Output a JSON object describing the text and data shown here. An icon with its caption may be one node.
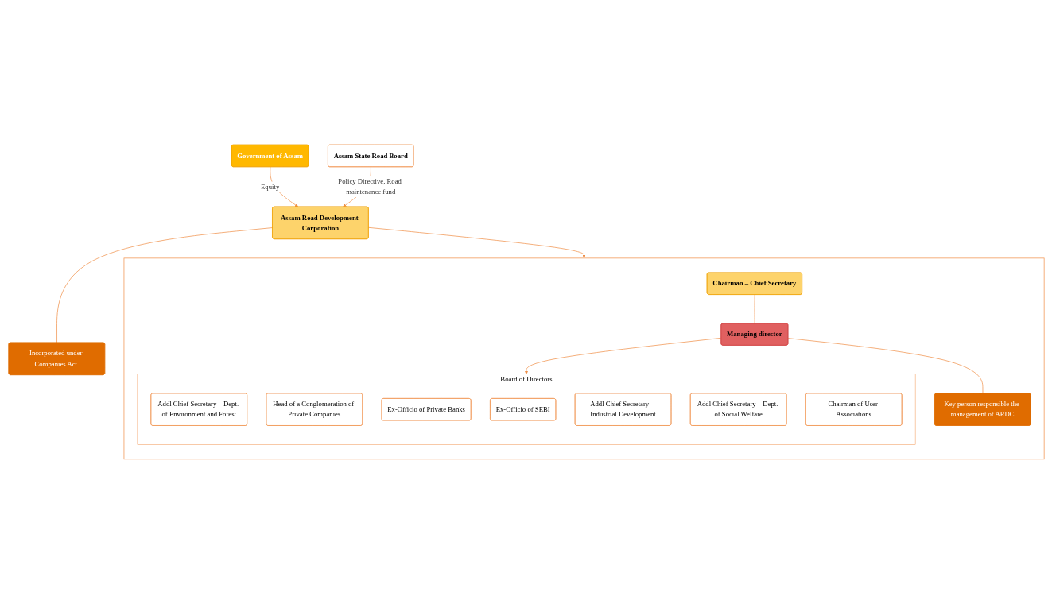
{
  "diagram": {
    "nodes": [
      {
        "text": [
          "Government of Assam"
        ]
      },
      {
        "text": [
          "Assam State Road Board"
        ]
      },
      {
        "text": [
          "Assam Road Development Corporation"
        ]
      },
      {
        "text": [
          "Incorporated under Companies Act."
        ]
      },
      {
        "text": [],
        "shape": "box"
      },
      {
        "text": [
          "Chairman – Chief Secretary"
        ],
        "in": 4
      },
      {
        "text": [
          "Managing director"
        ],
        "in": 4
      },
      {
        "text": [
          "Key person responsible the management of ARDC"
        ],
        "in": 4
      },
      {
        "text": [
          "Board of Directors"
        ],
        "in": 4
      },
      {
        "text": [
          "Addl Chief Secretary – Dept. of Environment and Forest"
        ],
        "in": 8
      },
      {
        "text": [
          "Head of a Conglomeration of Private Companies"
        ],
        "in": 8
      },
      {
        "text": [
          "Ex-Officio of Private Banks"
        ],
        "in": 8
      },
      {
        "text": [
          "Ex-Officio of SEBI"
        ],
        "in": 8
      },
      {
        "text": [
          "Addl Chief Secretary – Industrial Development"
        ],
        "in": 8
      },
      {
        "text": [
          "Addl Chief Secretary – Dept. of Social Welfare"
        ],
        "in": 8
      },
      {
        "text": [
          "Chairman of User Associations"
        ],
        "in": 8
      }
    ],
    "edges": [
      {
        "from": 0,
        "to": 2,
        "arrow": "to",
        "label": "Equity"
      },
      {
        "from": 1,
        "to": 2,
        "arrow": "to",
        "label": "Policy Directive, Road maintenance fund"
      },
      {
        "from": 2,
        "to": 3,
        "arrow": "none"
      },
      {
        "from": 2,
        "to": 4,
        "arrow": "to"
      },
      {
        "from": 5,
        "to": 6,
        "arrow": "none"
      },
      {
        "from": 6,
        "to": 7,
        "arrow": "none"
      },
      {
        "from": 6,
        "to": 8,
        "arrow": "to"
      }
    ]
  }
}
